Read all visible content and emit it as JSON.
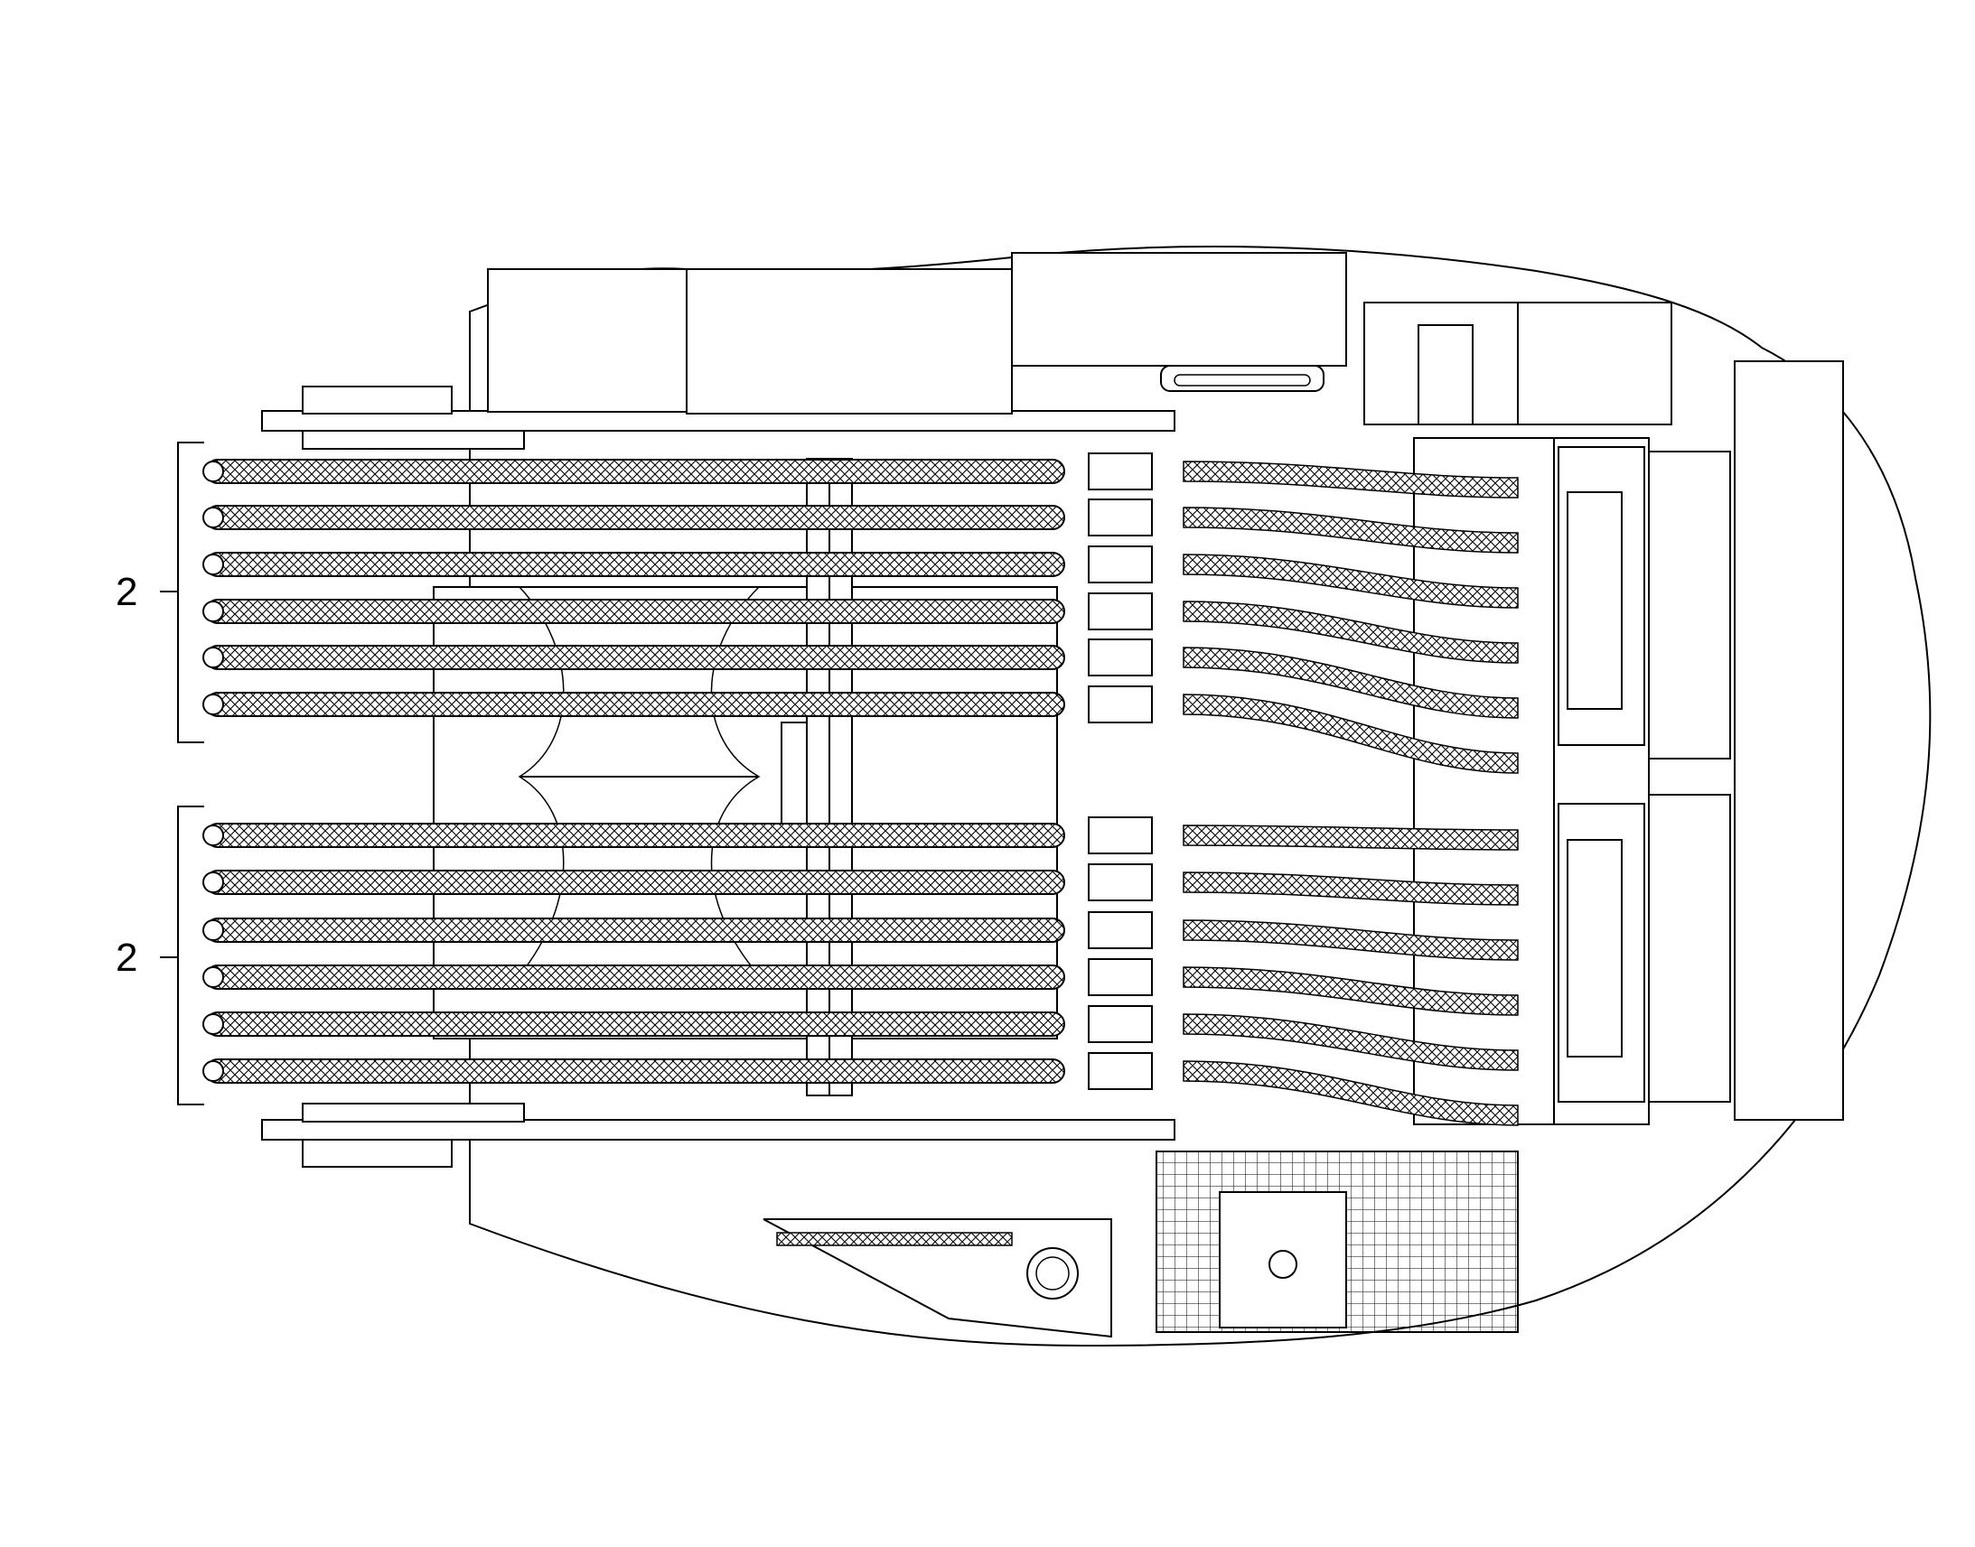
{
  "callouts": [
    {
      "label": "2",
      "target": "upper-cable-bundle"
    },
    {
      "label": "2",
      "target": "lower-cable-bundle"
    }
  ],
  "colors": {
    "line": "#000000",
    "background": "#ffffff",
    "braid_fill": "#bdbdbd"
  }
}
